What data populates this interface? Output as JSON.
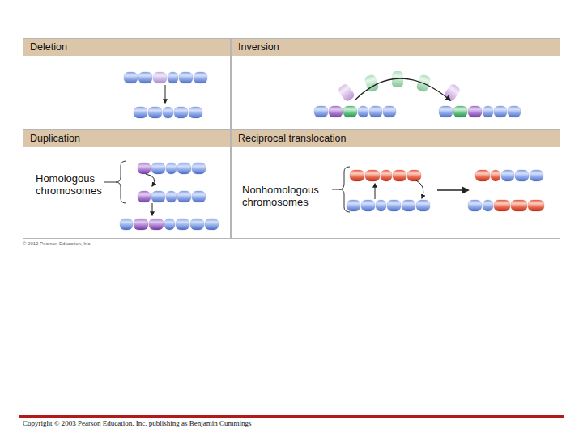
{
  "diagram": {
    "nodes": [
      {
        "text": [
          "Deletion"
        ]
      },
      {
        "text": [
          "Inversion"
        ]
      },
      {
        "text": [
          "Duplication"
        ]
      },
      {
        "text": [
          "Reciprocal translocation"
        ]
      }
    ],
    "labels": [
      "Homologous chromosomes",
      "Nonhomologous chromosomes",
      "© 2012 Pearson Education, Inc.",
      "Copyright © 2003 Pearson Education, Inc. publishing as Benjamin Cummings"
    ]
  }
}
